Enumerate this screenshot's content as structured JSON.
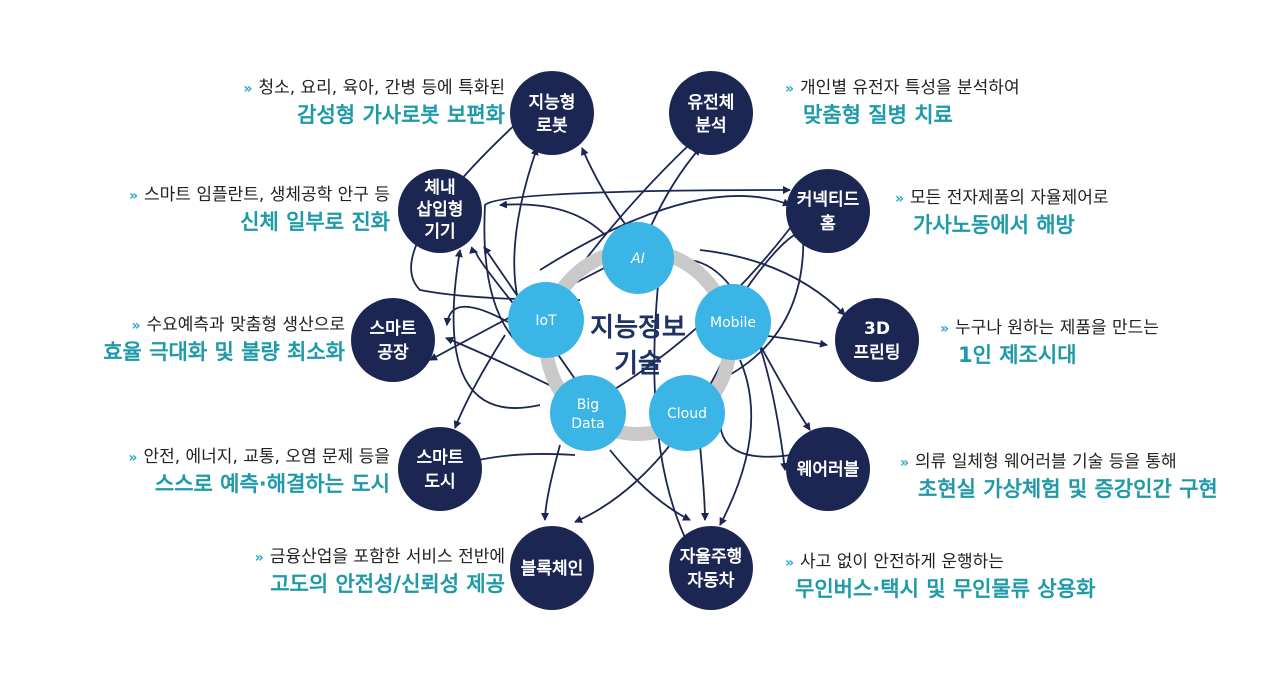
{
  "center": {
    "line1": "지능정보",
    "line2": "기술"
  },
  "technologies": {
    "ai": "AI",
    "iot": "IoT",
    "mobile": "Mobile",
    "bigdata_1": "Big",
    "bigdata_2": "Data",
    "cloud": "Cloud"
  },
  "apps": {
    "robot": {
      "line1": "지능형",
      "line2": "로봇",
      "sub": "청소, 요리, 육아, 간병 등에 특화된",
      "main": "감성형 가사로봇 보편화"
    },
    "genome": {
      "line1": "유전체",
      "line2": "분석",
      "sub": "개인별 유전자 특성을 분석하여",
      "main": "맞춤형 질병 치료"
    },
    "implant": {
      "line1": "체내",
      "line2": "삽입형",
      "line3": "기기",
      "sub": "스마트 임플란트, 생체공학 안구 등",
      "main": "신체 일부로 진화"
    },
    "home": {
      "line1": "커넥티드",
      "line2": "홈",
      "sub": "모든 전자제품의 자율제어로",
      "main": "가사노동에서 해방"
    },
    "factory": {
      "line1": "스마트",
      "line2": "공장",
      "sub": "수요예측과 맞춤형 생산으로",
      "main": "효율 극대화 및 불량 최소화"
    },
    "printing": {
      "line1": "3D",
      "line2": "프린팅",
      "sub": "누구나 원하는 제품을 만드는",
      "main": "1인 제조시대"
    },
    "city": {
      "line1": "스마트",
      "line2": "도시",
      "sub": "안전, 에너지, 교통, 오염 문제 등을",
      "main": "스스로 예측·해결하는 도시"
    },
    "wearable": {
      "line1": "웨어러블",
      "sub": "의류 일체형 웨어러블 기술 등을 통해",
      "main": "초현실 가상체험 및 증강인간 구현"
    },
    "blockchain": {
      "line1": "블록체인",
      "sub": "금융산업을 포함한 서비스 전반에",
      "main": "고도의 안전성/신뢰성 제공"
    },
    "car": {
      "line1": "자율주행",
      "line2": "자동차",
      "sub": "사고 없이 안전하게 운행하는",
      "main": "무인버스·택시 및 무인물류 상용화"
    }
  },
  "arrow_glyph": "»",
  "colors": {
    "navy": "#1b2652",
    "sky": "#3bb4e6",
    "ring": "#c9c9c9",
    "teal_text": "#1e9aa8",
    "arrow": "#2aa6c9"
  }
}
